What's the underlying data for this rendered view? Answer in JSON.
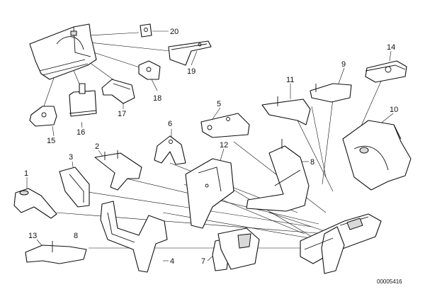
{
  "diagram": {
    "callouts": [
      {
        "id": "c1",
        "label": "1"
      },
      {
        "id": "c2",
        "label": "2"
      },
      {
        "id": "c3",
        "label": "3"
      },
      {
        "id": "c4",
        "label": "4"
      },
      {
        "id": "c5",
        "label": "5"
      },
      {
        "id": "c6",
        "label": "6"
      },
      {
        "id": "c7",
        "label": "7"
      },
      {
        "id": "c8",
        "label": "8"
      },
      {
        "id": "c9",
        "label": "9"
      },
      {
        "id": "c10",
        "label": "10"
      },
      {
        "id": "c11",
        "label": "11"
      },
      {
        "id": "c12",
        "label": "12"
      },
      {
        "id": "c13",
        "label": "13"
      },
      {
        "id": "c14",
        "label": "14"
      },
      {
        "id": "c15",
        "label": "15"
      },
      {
        "id": "c16",
        "label": "16"
      },
      {
        "id": "c17",
        "label": "17"
      },
      {
        "id": "c18",
        "label": "18"
      },
      {
        "id": "c19",
        "label": "19"
      },
      {
        "id": "c20",
        "label": "20"
      },
      {
        "id": "c8b",
        "label": "8"
      }
    ],
    "drawing_number": "00005416"
  }
}
